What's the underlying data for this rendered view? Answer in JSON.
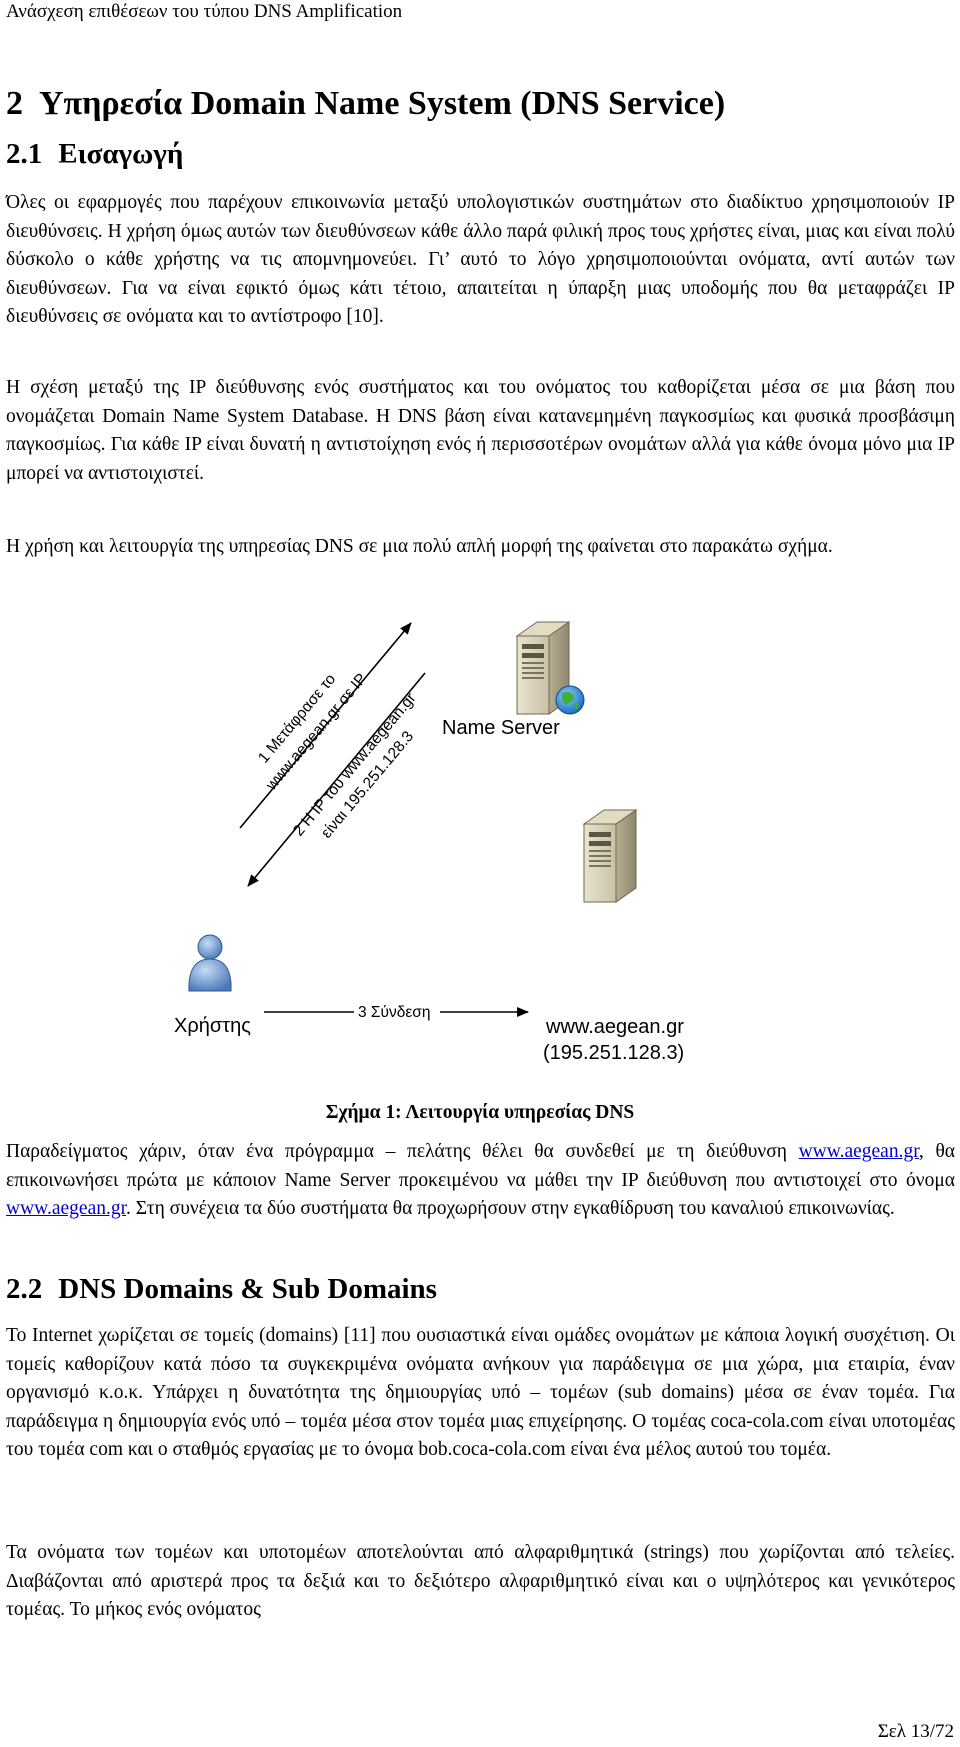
{
  "header": {
    "running_title": "Ανάσχεση επιθέσεων του τύπου DNS Amplification"
  },
  "sections": {
    "s2": {
      "number": "2",
      "title": "Υπηρεσία Domain Name System (DNS Service)"
    },
    "s21": {
      "number": "2.1",
      "title": "Εισαγωγή"
    },
    "s22": {
      "number": "2.2",
      "title": "DNS Domains & Sub Domains"
    }
  },
  "paragraphs": {
    "p1": "Όλες οι εφαρμογές που παρέχουν επικοινωνία μεταξύ υπολογιστικών συστημάτων στο διαδίκτυο χρησιμοποιούν IP διευθύνσεις. Η χρήση όμως αυτών των διευθύνσεων κάθε άλλο παρά φιλική προς τους χρήστες είναι, μιας και είναι πολύ δύσκολο ο κάθε χρήστης να τις απομνημονεύει. Γι’ αυτό το λόγο χρησιμοποιούνται ονόματα, αντί αυτών των διευθύνσεων. Για να είναι εφικτό όμως κάτι τέτοιο, απαιτείται η ύπαρξη μιας υποδομής που θα μεταφράζει IP διευθύνσεις σε ονόματα και το αντίστροφο [10].",
    "p2": "Η σχέση μεταξύ της IP διεύθυνσης ενός συστήματος και του ονόματος του καθορίζεται μέσα σε μια βάση που ονομάζεται Domain Name System Database. Η DNS βάση είναι κατανεμημένη παγκοσμίως και φυσικά προσβάσιμη παγκοσμίως. Για κάθε IP είναι δυνατή η αντιστοίχηση ενός ή περισσοτέρων ονομάτων αλλά για κάθε όνομα μόνο μια IP μπορεί να αντιστοιχιστεί.",
    "p3": "Η χρήση και λειτουργία της υπηρεσίας DNS σε μια πολύ απλή μορφή της φαίνεται στο παρακάτω σχήμα.",
    "p4_part1": "Παραδείγματος χάριν, όταν ένα πρόγραμμα – πελάτης θέλει θα συνδεθεί με τη διεύθυνση ",
    "p4_link1": "www.aegean.gr",
    "p4_part2": ", θα επικοινωνήσει πρώτα με κάποιον Name Server προκειμένου να μάθει την IP διεύθυνση που αντιστοιχεί στο όνομα ",
    "p4_link2": "www.aegean.gr",
    "p4_part3": ". Στη συνέχεια τα δύο συστήματα θα προχωρήσουν στην εγκαθίδρυση του καναλιού επικοινωνίας.",
    "p5": "Το Internet χωρίζεται σε τομείς (domains) [11] που ουσιαστικά είναι ομάδες ονομάτων με κάποια λογική συσχέτιση. Οι τομείς καθορίζουν κατά πόσο τα συγκεκριμένα ονόματα ανήκουν για παράδειγμα σε μια χώρα, μια εταιρία, έναν οργανισμό κ.ο.κ. Υπάρχει η δυνατότητα της δημιουργίας υπό – τομέων (sub domains) μέσα σε έναν τομέα. Για παράδειγμα η δημιουργία ενός υπό – τομέα μέσα στον τομέα μιας επιχείρησης. Ο τομέας coca-cola.com είναι υποτομέας του τομέα com και ο σταθμός εργασίας με το όνομα bob.coca-cola.com είναι ένα μέλος αυτού του τομέα.",
    "p6": "Τα ονόματα των τομέων και υποτομέων αποτελούνται από αλφαριθμητικά (strings) που χωρίζονται από τελείες. Διαβάζονται από αριστερά προς τα δεξιά και το δεξιότερο αλφαριθμητικό είναι και ο υψηλότερος και γενικότερος τομέας. Το μήκος ενός ονόματος"
  },
  "figure": {
    "name_server_label": "Name Server",
    "user_label": "Χρήστης",
    "target_host_label": "www.aegean.gr",
    "target_ip_label": "(195.251.128.3)",
    "step1_line1": "1 Μετάφρασε το",
    "step1_line2": "www.aegean.gr σε IP",
    "step2_line1": "2 Η IP του www.aegean.gr",
    "step2_line2": "είναι 195.251.128.3",
    "step3": "3 Σύνδεση",
    "caption": "Σχήμα 1: Λειτουργία υπηρεσίας DNS",
    "icons": [
      "server-icon",
      "globe-icon",
      "user-icon"
    ]
  },
  "footer": {
    "page_number": "Σελ 13/72"
  }
}
